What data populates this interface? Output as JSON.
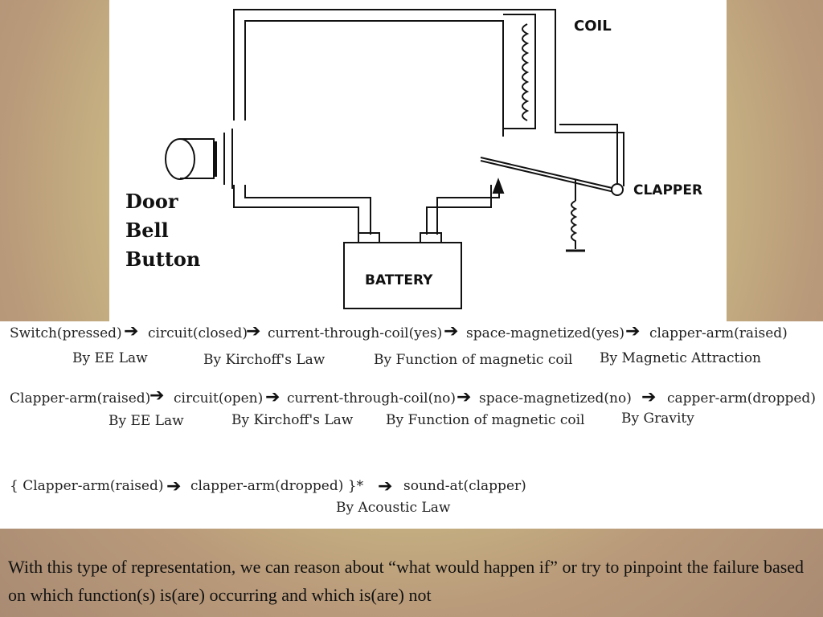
{
  "diagram": {
    "coil_label": "COIL",
    "clapper_label": "CLAPPER",
    "battery_label": "BATTERY",
    "door_label": [
      "Door",
      "Bell",
      "Button"
    ]
  },
  "sequences": [
    {
      "steps": [
        "Switch(pressed)",
        "circuit(closed)",
        "current-through-coil(yes)",
        "space-magnetized(yes)",
        "clapper-arm(raised)"
      ],
      "laws": [
        "By EE Law",
        "By Kirchoff's Law",
        "By Function of magnetic coil",
        "By Magnetic Attraction"
      ]
    },
    {
      "steps": [
        "Clapper-arm(raised)",
        "circuit(open)",
        "current-through-coil(no)",
        "space-magnetized(no)",
        "capper-arm(dropped)"
      ],
      "laws": [
        "By EE Law",
        "By Kirchoff's Law",
        "By Function of magnetic coil",
        "By Gravity"
      ]
    },
    {
      "steps": [
        "{ Clapper-arm(raised)",
        "clapper-arm(dropped) }*",
        "sound-at(clapper)"
      ],
      "laws": [
        "By Acoustic Law"
      ]
    }
  ],
  "caption": "With this type of representation, we can reason about “what would happen if” or try to pinpoint the failure based on which function(s) is(are) occurring and which is(are) not",
  "icons": {
    "arrow": "right-arrow-icon"
  }
}
